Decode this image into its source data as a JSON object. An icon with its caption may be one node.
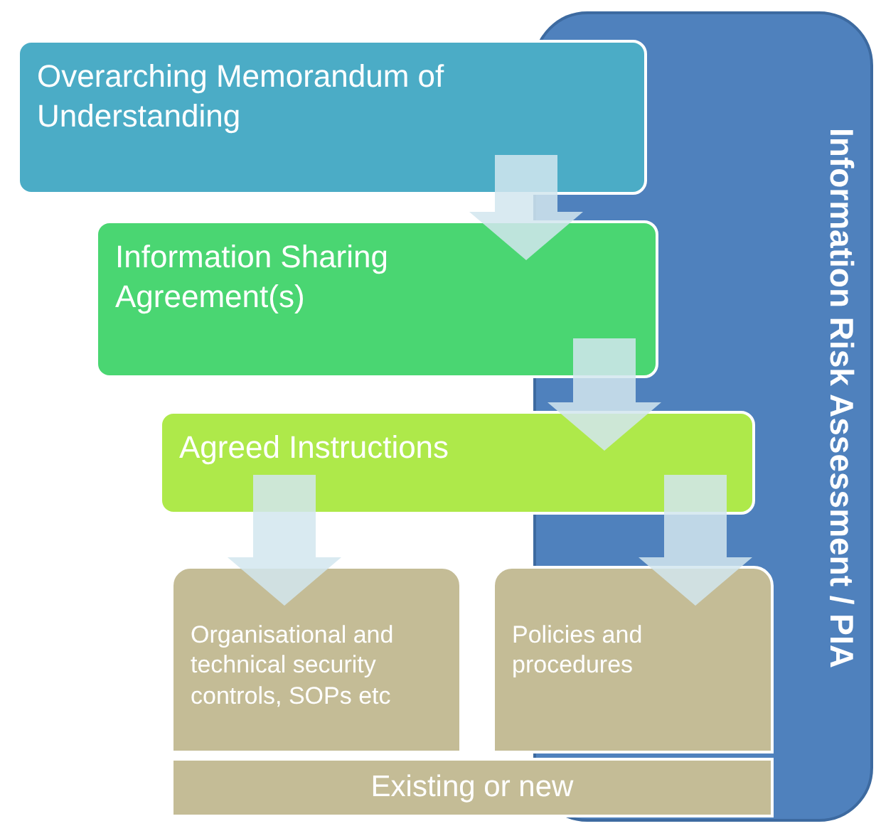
{
  "diagram": {
    "nodes": [
      {
        "text": [
          "Information Risk Assessment / PIA"
        ]
      },
      {
        "text": [
          "Overarching Memorandum of Understanding"
        ]
      },
      {
        "text": [
          "Information Sharing Agreement(s)"
        ]
      },
      {
        "text": [
          "Agreed Instructions"
        ]
      },
      {
        "text": [
          "Organisational and technical security controls, SOPs etc"
        ]
      },
      {
        "text": [
          "Policies and procedures"
        ]
      },
      {
        "text": [
          "Existing or new"
        ]
      }
    ],
    "edges": [
      {
        "from": 1,
        "to": 2,
        "arrow": "to"
      },
      {
        "from": 2,
        "to": 3,
        "arrow": "to"
      },
      {
        "from": 3,
        "to": 4,
        "arrow": "to"
      },
      {
        "from": 3,
        "to": 5,
        "arrow": "to"
      }
    ]
  }
}
